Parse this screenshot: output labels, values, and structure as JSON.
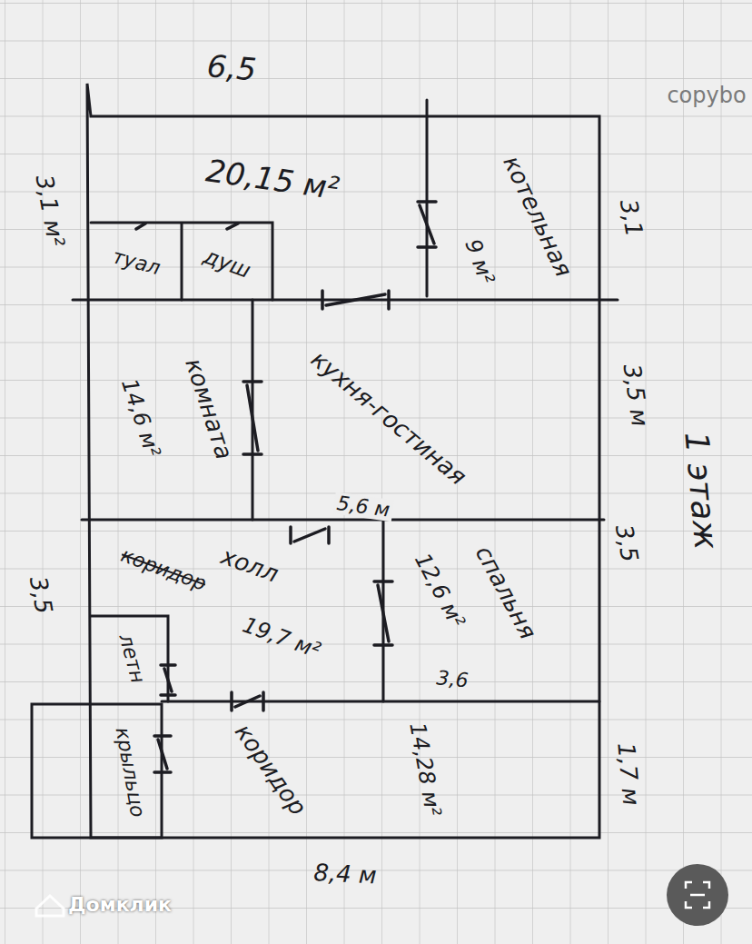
{
  "diagram": {
    "nodes": [
      {
        "text": [
          "20,15 м²"
        ]
      },
      {
        "text": [
          "туал"
        ],
        "in": 0
      },
      {
        "text": [
          "душ"
        ],
        "in": 0
      },
      {
        "text": [
          "котельная",
          "9 м²"
        ]
      },
      {
        "text": [
          "комната",
          "14,6 м²"
        ]
      },
      {
        "text": [
          "кухня-гостиная"
        ]
      },
      {
        "text": [
          "холл",
          "коридор",
          "19,7 м²"
        ]
      },
      {
        "text": [
          "летн"
        ],
        "in": 6
      },
      {
        "text": [
          "спальня",
          "12,6 м²"
        ]
      },
      {
        "text": [
          "крыльцо"
        ]
      },
      {
        "text": [
          "коридор",
          "14,28 м²"
        ]
      }
    ],
    "labels": [
      "6,5",
      "3,1 м²",
      "3,1",
      "3,5 м",
      "1 этаж",
      "3,5",
      "5,6 м",
      "3,5",
      "3,6",
      "1,7 м",
      "8,4 м",
      "copybo",
      "Домклик"
    ]
  }
}
